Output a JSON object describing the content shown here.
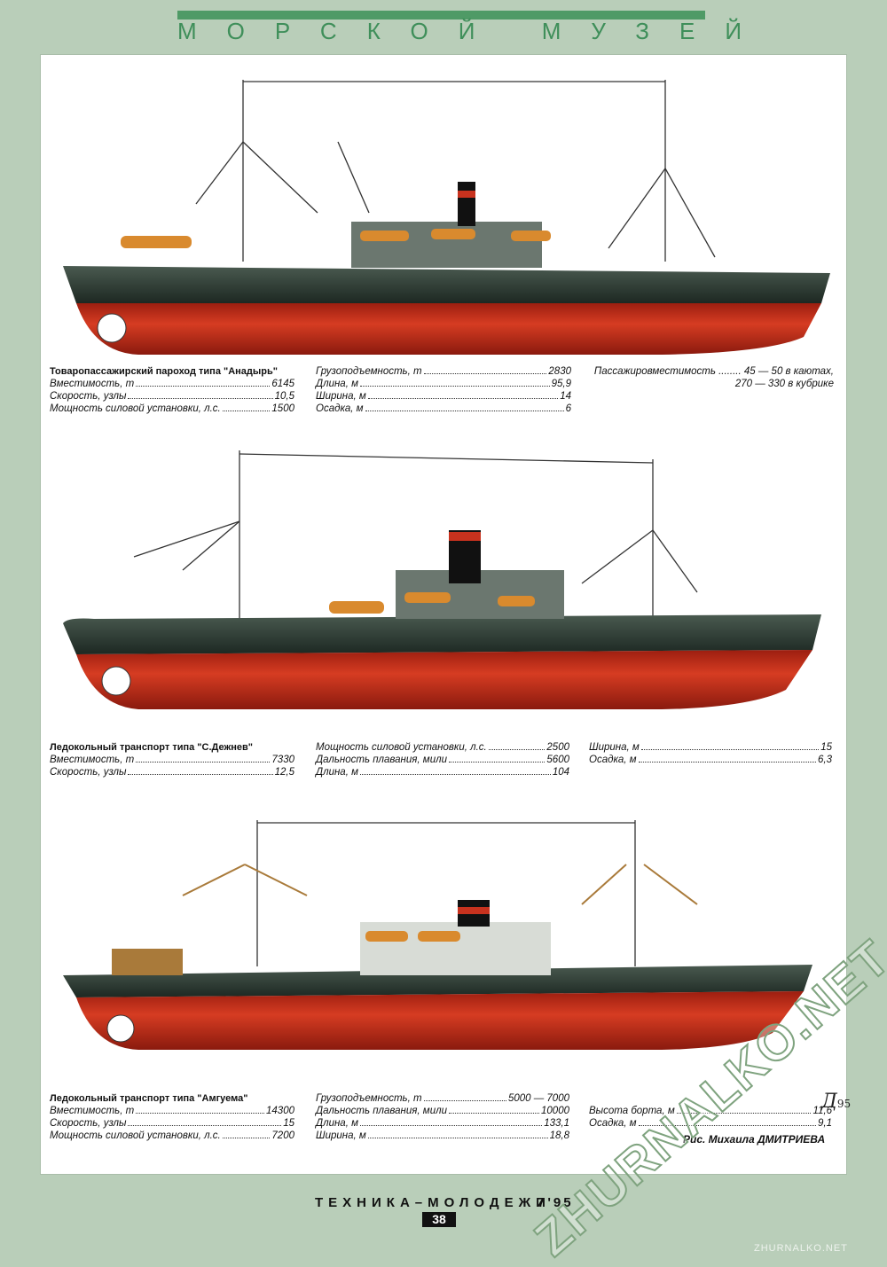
{
  "header": {
    "title": "МОРСКОЙ МУЗЕЙ"
  },
  "ships": [
    {
      "title": "Товаропассажирский пароход типа \"Анадырь\"",
      "col1": [
        {
          "k": "Вместимость, т",
          "v": "6145"
        },
        {
          "k": "Скорость, узлы",
          "v": "10,5"
        },
        {
          "k": "Мощность силовой установки, л.с.",
          "v": "1500"
        }
      ],
      "col2": [
        {
          "k": "Грузоподъемность, т",
          "v": "2830"
        },
        {
          "k": "Длина, м",
          "v": "95,9"
        },
        {
          "k": "Ширина, м",
          "v": "14"
        },
        {
          "k": "Осадка, м",
          "v": "6"
        }
      ],
      "col3_line1": "Пассажировместимость ........ 45 — 50 в каютах,",
      "col3_line2": "270 — 330 в кубрике"
    },
    {
      "title": "Ледокольный транспорт типа \"С.Дежнев\"",
      "col1": [
        {
          "k": "Вместимость, т",
          "v": "7330"
        },
        {
          "k": "Скорость, узлы",
          "v": "12,5"
        }
      ],
      "col2": [
        {
          "k": "Мощность силовой установки, л.с.",
          "v": "2500"
        },
        {
          "k": "Дальность плавания, мили",
          "v": "5600"
        },
        {
          "k": "Длина, м",
          "v": "104"
        }
      ],
      "col3": [
        {
          "k": "Ширина, м",
          "v": "15"
        },
        {
          "k": "Осадка, м",
          "v": "6,3"
        }
      ]
    },
    {
      "title": "Ледокольный транспорт типа \"Амгуема\"",
      "col1": [
        {
          "k": "Вместимость, т",
          "v": "14300"
        },
        {
          "k": "Скорость, узлы",
          "v": "15"
        },
        {
          "k": "Мощность силовой установки, л.с.",
          "v": "7200"
        }
      ],
      "col2": [
        {
          "k": "Грузоподъемность, т",
          "v": "5000 — 7000"
        },
        {
          "k": "Дальность плавания, мили",
          "v": "10000"
        },
        {
          "k": "Длина, м",
          "v": "133,1"
        },
        {
          "k": "Ширина, м",
          "v": "18,8"
        }
      ],
      "col3": [
        {
          "k": "Высота борта, м",
          "v": "11,6"
        },
        {
          "k": "Осадка, м",
          "v": "9,1"
        }
      ]
    }
  ],
  "credit": "Рис. Михаила ДМИТРИЕВА",
  "signature": {
    "mark": "Д",
    "year": "95"
  },
  "footer": {
    "magazine": "ТЕХНИКА–МОЛОДЕЖИ",
    "issue": "7'95",
    "page": "38"
  },
  "watermark": "ZHURNALKO.NET",
  "site": "ZHURNALKO.NET",
  "colors": {
    "hull_red": "#c8321e",
    "hull_dark": "#2b3a30",
    "accent_green": "#4f9a66",
    "page_bg": "#b9ceb9"
  }
}
